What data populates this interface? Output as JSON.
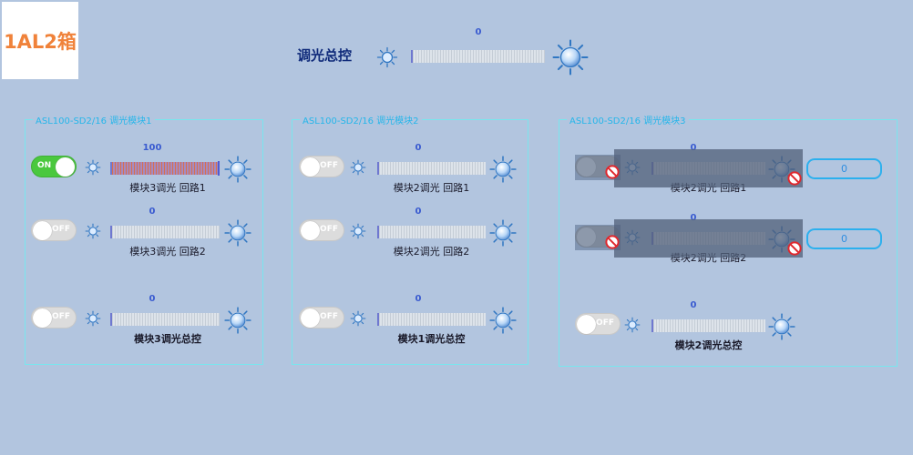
{
  "header": {
    "title": "1AL2箱"
  },
  "master": {
    "label": "调光总控",
    "value": "0",
    "level": 0
  },
  "panels": [
    {
      "title": "ASL100-SD2/16 调光模块1",
      "rows": [
        {
          "toggle": "ON",
          "on": true,
          "value": "100",
          "level": 1.0,
          "label": "模块3调光 回路1"
        },
        {
          "toggle": "OFF",
          "on": false,
          "value": "0",
          "level": 0,
          "label": "模块3调光 回路2"
        },
        {
          "toggle": "OFF",
          "on": false,
          "value": "0",
          "level": 0,
          "label": "模块3调光总控"
        }
      ]
    },
    {
      "title": "ASL100-SD2/16 调光模块2",
      "rows": [
        {
          "toggle": "OFF",
          "on": false,
          "value": "0",
          "level": 0,
          "label": "模块2调光 回路1"
        },
        {
          "toggle": "OFF",
          "on": false,
          "value": "0",
          "level": 0,
          "label": "模块2调光 回路2"
        },
        {
          "toggle": "OFF",
          "on": false,
          "value": "0",
          "level": 0,
          "label": "模块1调光总控"
        }
      ]
    },
    {
      "title": "ASL100-SD2/16 调光模块3",
      "rows": [
        {
          "toggle": "",
          "on": false,
          "disabled": true,
          "value": "0",
          "level": 0,
          "label": "模块2调光 回路1",
          "input_value": "0"
        },
        {
          "toggle": "",
          "on": false,
          "disabled": true,
          "value": "0",
          "level": 0,
          "label": "模块2调光 回路2",
          "input_value": "0"
        },
        {
          "toggle": "OFF",
          "on": false,
          "value": "0",
          "level": 0,
          "label": "模块2调光总控"
        }
      ]
    }
  ],
  "colors": {
    "background": "#b2c5df",
    "accent": "#25b6ea",
    "title": "#f0823a",
    "on": "#4ac83e",
    "value": "#3a5bd0"
  },
  "icons": {
    "small": "sun-small-icon",
    "large": "sun-large-icon",
    "disabled": "no-entry-icon"
  }
}
